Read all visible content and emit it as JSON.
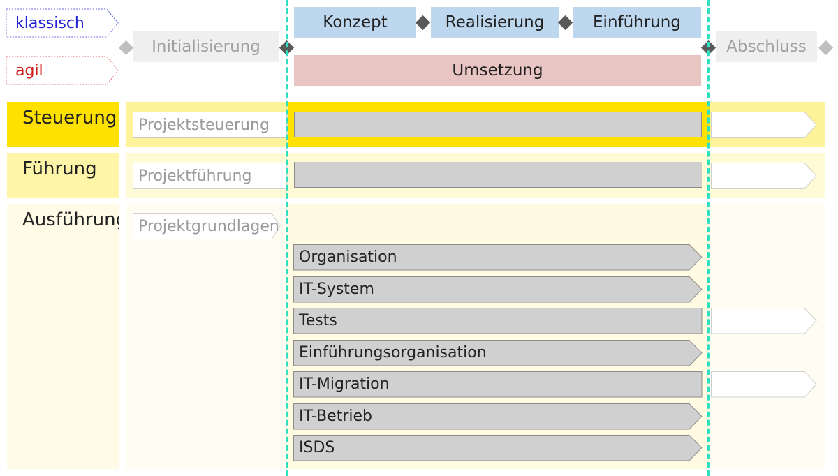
{
  "legend": {
    "classic": "klassisch",
    "agile": "agil",
    "classic_color": "#1f1fd6",
    "agile_color": "#d01a1a"
  },
  "phases": {
    "initialization": "Initialisierung",
    "concept": "Konzept",
    "realization": "Realisierung",
    "introduction": "Einführung",
    "implementation": "Umsetzung",
    "closure": "Abschluss"
  },
  "bands": {
    "steering": {
      "title": "Steuerung",
      "start_label": "Projektsteuerung",
      "color": "#ffe100",
      "light_color": "#fff39a"
    },
    "management": {
      "title": "Führung",
      "start_label": "Projektführung",
      "color": "#fff5a8",
      "light_color": "#fffbd6"
    },
    "execution": {
      "title": "Ausführung",
      "start_label": "Projektgrundlagen",
      "color": "#fffbe6",
      "light_color": "#fffdf2",
      "tasks": [
        {
          "label": "Organisation",
          "continues": false
        },
        {
          "label": "IT-System",
          "continues": false
        },
        {
          "label": "Tests",
          "continues": true
        },
        {
          "label": "Einführungsorganisation",
          "continues": false
        },
        {
          "label": "IT-Migration",
          "continues": true
        },
        {
          "label": "IT-Betrieb",
          "continues": false
        },
        {
          "label": "ISDS",
          "continues": false
        }
      ]
    }
  },
  "colors": {
    "phase_blue": "#bdd7ee",
    "phase_red": "#e8c4c2",
    "bar_grey": "#d0d0d0",
    "milestone_line": "#2de0c0"
  }
}
